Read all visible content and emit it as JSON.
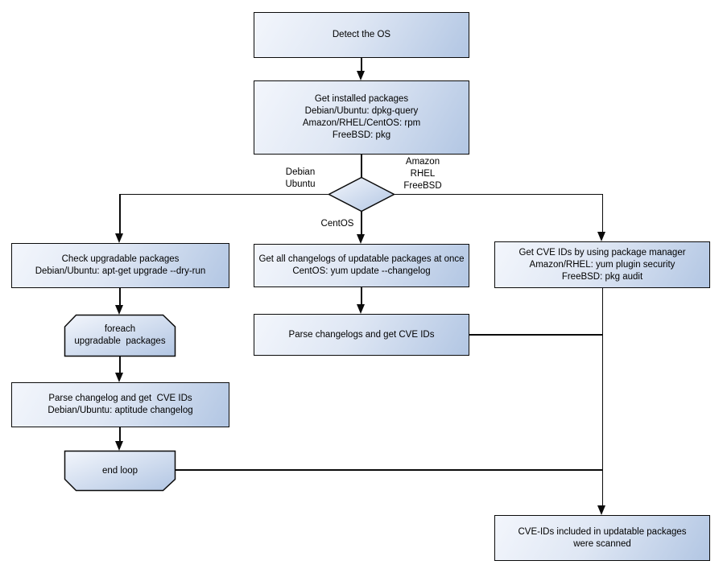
{
  "diagram_title": "OS package CVE scan flowchart",
  "colors": {
    "background": "#ffffff",
    "node_fill_light": "#f3f6fc",
    "node_fill_dark": "#b2c6e3",
    "stroke": "#0b0b0b",
    "text": "#000000"
  },
  "nodes": {
    "detect_os": "Detect the OS",
    "get_installed_packages": "Get installed packages\nDebian/Ubuntu: dpkg-query\nAmazon/RHEL/CentOS: rpm\nFreeBSD: pkg",
    "check_upgradable": "Check upgradable packages\nDebian/Ubuntu: apt-get upgrade --dry-run",
    "foreach_loop": "foreach\nupgradable  packages",
    "parse_changelog_debian": "Parse changelog and get  CVE IDs\nDebian/Ubuntu: aptitude changelog",
    "end_loop": "end loop",
    "get_all_changelogs": "Get all changelogs of updatable packages at once\nCentOS: yum update --changelog",
    "parse_changelogs": "Parse changelogs and get CVE IDs",
    "get_cve_by_pkg_manager": "Get CVE IDs by using package manager\nAmazon/RHEL: yum plugin security\nFreeBSD: pkg audit",
    "result": "CVE-IDs included in updatable packages\nwere scanned"
  },
  "edge_labels": {
    "debian_ubuntu": "Debian\nUbuntu",
    "amazon_rhel_freebsd": "Amazon\nRHEL\nFreeBSD",
    "centos": "CentOS"
  }
}
